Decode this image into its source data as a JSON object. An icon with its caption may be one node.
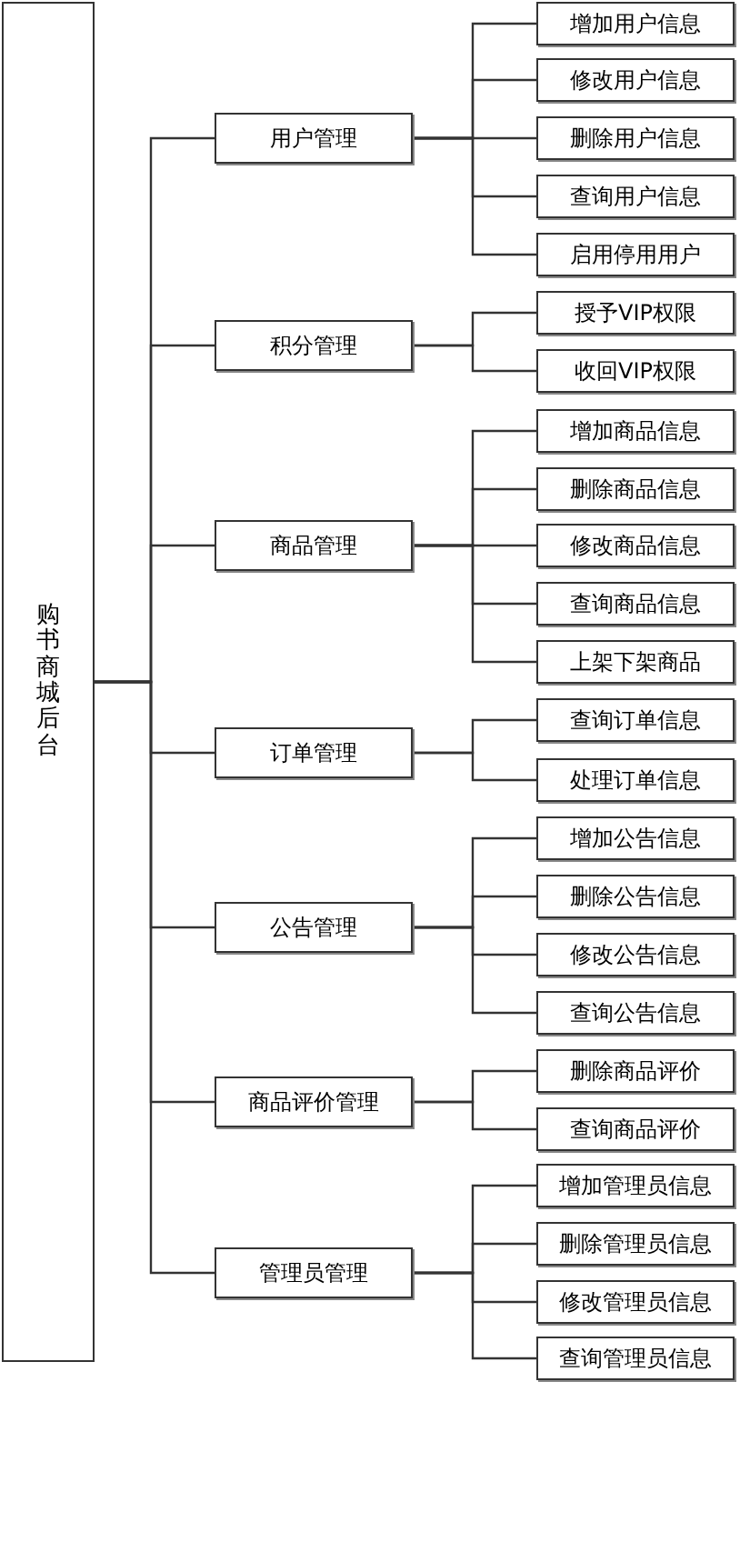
{
  "diagram": {
    "nodes": [
      {
        "text": [
          "购书商城后台"
        ]
      },
      {
        "text": [
          "用户管理"
        ]
      },
      {
        "text": [
          "增加用户信息"
        ]
      },
      {
        "text": [
          "修改用户信息"
        ]
      },
      {
        "text": [
          "删除用户信息"
        ]
      },
      {
        "text": [
          "查询用户信息"
        ]
      },
      {
        "text": [
          "启用停用用户"
        ]
      },
      {
        "text": [
          "积分管理"
        ]
      },
      {
        "text": [
          "授予VIP权限"
        ]
      },
      {
        "text": [
          "收回VIP权限"
        ]
      },
      {
        "text": [
          "商品管理"
        ]
      },
      {
        "text": [
          "增加商品信息"
        ]
      },
      {
        "text": [
          "删除商品信息"
        ]
      },
      {
        "text": [
          "修改商品信息"
        ]
      },
      {
        "text": [
          "查询商品信息"
        ]
      },
      {
        "text": [
          "上架下架商品"
        ]
      },
      {
        "text": [
          "订单管理"
        ]
      },
      {
        "text": [
          "查询订单信息"
        ]
      },
      {
        "text": [
          "处理订单信息"
        ]
      },
      {
        "text": [
          "公告管理"
        ]
      },
      {
        "text": [
          "增加公告信息"
        ]
      },
      {
        "text": [
          "删除公告信息"
        ]
      },
      {
        "text": [
          "修改公告信息"
        ]
      },
      {
        "text": [
          "查询公告信息"
        ]
      },
      {
        "text": [
          "商品评价管理"
        ]
      },
      {
        "text": [
          "删除商品评价"
        ]
      },
      {
        "text": [
          "查询商品评价"
        ]
      },
      {
        "text": [
          "管理员管理"
        ]
      },
      {
        "text": [
          "增加管理员信息"
        ]
      },
      {
        "text": [
          "删除管理员信息"
        ]
      },
      {
        "text": [
          "修改管理员信息"
        ]
      },
      {
        "text": [
          "查询管理员信息"
        ]
      }
    ],
    "edges": [
      {
        "from": 0,
        "to": 1,
        "arrow": "none"
      },
      {
        "from": 0,
        "to": 7,
        "arrow": "none"
      },
      {
        "from": 0,
        "to": 10,
        "arrow": "none"
      },
      {
        "from": 0,
        "to": 16,
        "arrow": "none"
      },
      {
        "from": 0,
        "to": 19,
        "arrow": "none"
      },
      {
        "from": 0,
        "to": 24,
        "arrow": "none"
      },
      {
        "from": 0,
        "to": 27,
        "arrow": "none"
      },
      {
        "from": 1,
        "to": 2,
        "arrow": "none"
      },
      {
        "from": 1,
        "to": 3,
        "arrow": "none"
      },
      {
        "from": 1,
        "to": 4,
        "arrow": "none"
      },
      {
        "from": 1,
        "to": 5,
        "arrow": "none"
      },
      {
        "from": 1,
        "to": 6,
        "arrow": "none"
      },
      {
        "from": 7,
        "to": 8,
        "arrow": "none"
      },
      {
        "from": 7,
        "to": 9,
        "arrow": "none"
      },
      {
        "from": 10,
        "to": 11,
        "arrow": "none"
      },
      {
        "from": 10,
        "to": 12,
        "arrow": "none"
      },
      {
        "from": 10,
        "to": 13,
        "arrow": "none"
      },
      {
        "from": 10,
        "to": 14,
        "arrow": "none"
      },
      {
        "from": 10,
        "to": 15,
        "arrow": "none"
      },
      {
        "from": 16,
        "to": 17,
        "arrow": "none"
      },
      {
        "from": 16,
        "to": 18,
        "arrow": "none"
      },
      {
        "from": 19,
        "to": 20,
        "arrow": "none"
      },
      {
        "from": 19,
        "to": 21,
        "arrow": "none"
      },
      {
        "from": 19,
        "to": 22,
        "arrow": "none"
      },
      {
        "from": 19,
        "to": 23,
        "arrow": "none"
      },
      {
        "from": 24,
        "to": 25,
        "arrow": "none"
      },
      {
        "from": 24,
        "to": 26,
        "arrow": "none"
      },
      {
        "from": 27,
        "to": 28,
        "arrow": "none"
      },
      {
        "from": 27,
        "to": 29,
        "arrow": "none"
      },
      {
        "from": 27,
        "to": 30,
        "arrow": "none"
      },
      {
        "from": 27,
        "to": 31,
        "arrow": "none"
      }
    ]
  }
}
